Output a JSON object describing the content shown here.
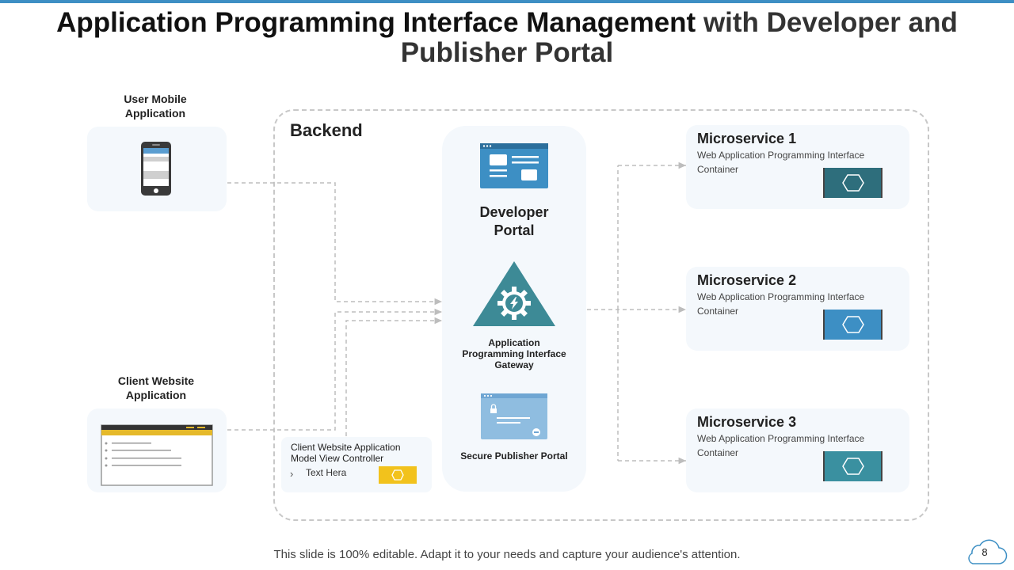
{
  "title": {
    "bold": "Application Programming Interface Management",
    "rest": "with Developer and Publisher Portal"
  },
  "sources": [
    {
      "label": "User Mobile Application",
      "icon": "smartphone-icon"
    },
    {
      "label": "Client Website Application",
      "icon": "browser-window-icon"
    }
  ],
  "backend": {
    "label": "Backend",
    "mvc": {
      "title": "Client Website Application Model View Controller",
      "item": "Text Hera",
      "chip_color": "#f2c21c"
    }
  },
  "portal": {
    "developer": "Developer Portal",
    "gateway": "Application Programming Interface Gateway",
    "publisher": "Secure Publisher Portal"
  },
  "microservices": [
    {
      "title": "Microservice 1",
      "desc": "Web Application Programming  Interface Container",
      "color": "#2e6e7c"
    },
    {
      "title": "Microservice 2",
      "desc": "Web Application Programming  Interface Container",
      "color": "#3d8fc4"
    },
    {
      "title": "Microservice 3",
      "desc": "Web Application Programming  Interface Container",
      "color": "#3a90a0"
    }
  ],
  "colors": {
    "accent_blue": "#3d8fc4",
    "teal": "#3d8a96",
    "card_bg": "#f4f8fc",
    "connector": "#bdbdbd"
  },
  "footer": "This slide is 100% editable. Adapt it to your needs and capture your audience's attention.",
  "page_number": "8"
}
